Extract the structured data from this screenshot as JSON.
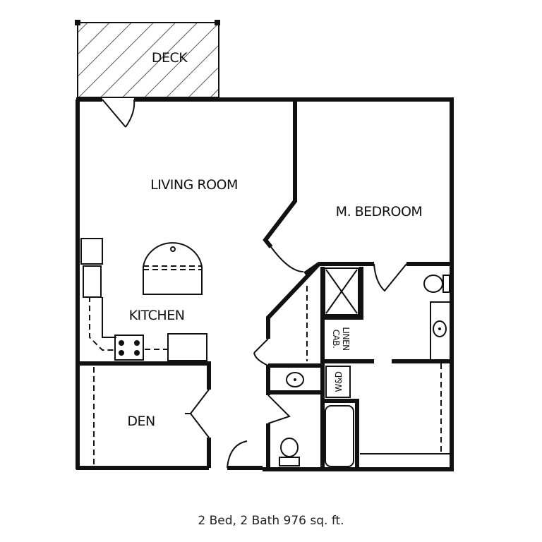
{
  "plan": {
    "rooms": {
      "deck": "DECK",
      "living_room": "LIVING ROOM",
      "master_bedroom": "M. BEDROOM",
      "kitchen": "KITCHEN",
      "den": "DEN",
      "cab": "CAB.",
      "linen": "LINEN",
      "washer_dryer": "W&D"
    },
    "caption": "2 Bed, 2 Bath 976 sq. ft."
  }
}
